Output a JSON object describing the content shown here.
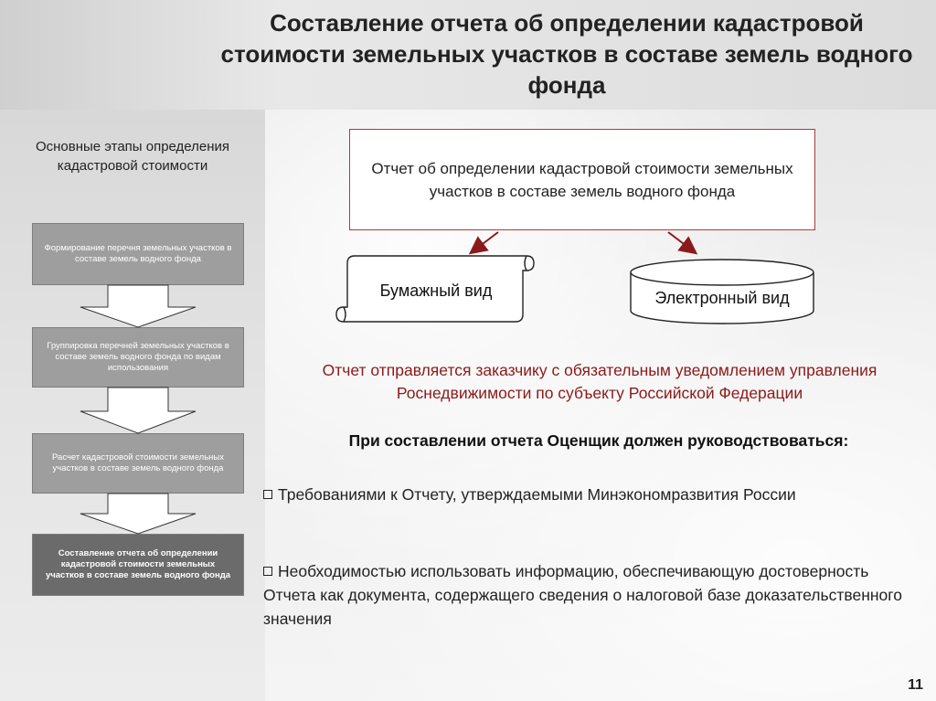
{
  "slide": {
    "title": "Составление отчета об определении кадастровой стоимости земельных участков в составе земель водного фонда",
    "page_number": "11"
  },
  "stages": {
    "heading": "Основные этапы определения кадастровой стоимости",
    "steps": [
      "Формирование перечня земельных участков в составе земель водного фонда",
      "Группировка перечней земельных участков в составе земель водного фонда по видам использования",
      "Расчет кадастровой стоимости земельных участков в составе земель водного фонда",
      "Составление отчета об определении кадастровой стоимости земельных участков в составе земель водного фонда"
    ]
  },
  "report": {
    "box_text": "Отчет об определении кадастровой стоимости земельных участков в составе земель водного фонда",
    "paper_label": "Бумажный вид",
    "electronic_label": "Электронный вид"
  },
  "notice": "Отчет отправляется заказчику с обязательным уведомлением управления Роснедвижимости по субъекту Российской Федерации",
  "guidance": {
    "heading": "При составлении отчета Оценщик должен руководствоваться:",
    "items": [
      "Требованиями к Отчету, утверждаемыми Минэкономразвития России",
      "Необходимостью использовать информацию, обеспечивающую достоверность Отчета как документа, содержащего сведения о налоговой базе доказательственного значения"
    ]
  },
  "colors": {
    "accent_red": "#8b1a1a",
    "box_border": "#b23a3a",
    "step_fill": "#9e9e9e",
    "step_fill_final": "#6b6b6b"
  }
}
